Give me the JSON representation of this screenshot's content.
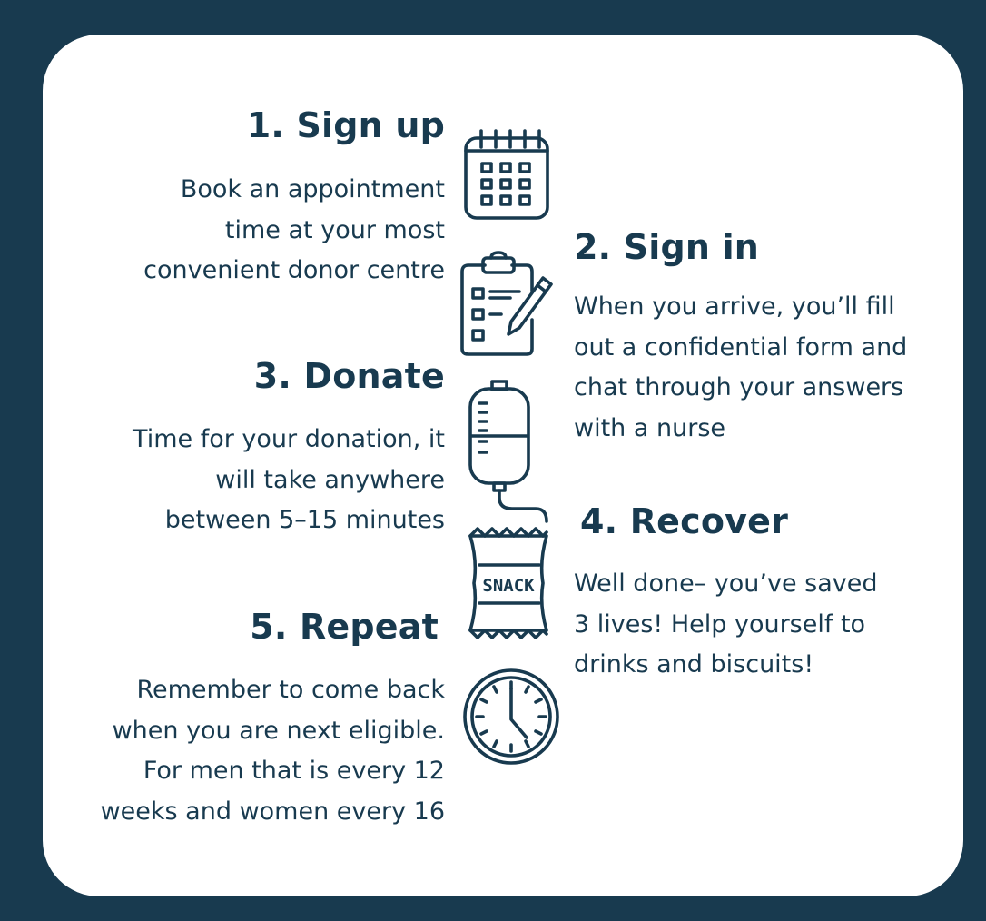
{
  "steps": [
    {
      "title": "1. Sign up",
      "body": "Book an appointment\ntime at your most\nconvenient donor centre",
      "icon": "calendar-icon"
    },
    {
      "title": "2. Sign in",
      "body": "When you arrive, you’ll fill\nout a confidential form and\nchat through your answers\nwith a nurse",
      "icon": "clipboard-icon"
    },
    {
      "title": "3. Donate",
      "body": "Time for your donation, it\nwill take anywhere\nbetween 5–15 minutes",
      "icon": "blood-bag-icon"
    },
    {
      "title": "4. Recover",
      "body": "Well done– you’ve saved\n3 lives! Help yourself to\ndrinks and biscuits!",
      "icon": "snack-icon",
      "icon_label": "SNACK"
    },
    {
      "title": "5. Repeat",
      "body": "Remember to come back\nwhen you are next eligible.\nFor men that is every 12\nweeks and women every 16",
      "icon": "clock-icon"
    }
  ],
  "colors": {
    "background": "#183a4f",
    "card": "#ffffff",
    "text": "#183a4f"
  }
}
